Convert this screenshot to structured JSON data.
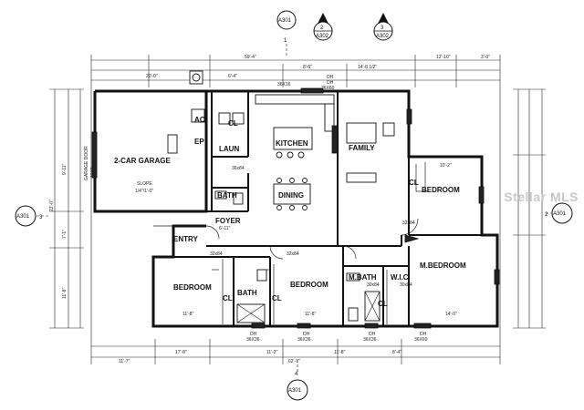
{
  "rooms": {
    "garage": "2-CAR GARAGE",
    "ac": "AC",
    "ep": "EP",
    "laun": "LAUN",
    "kitchen": "KITCHEN",
    "family": "FAMILY",
    "dining": "DINING",
    "bath1": "BATH",
    "foyer": "FOYER",
    "entry": "ENTRY",
    "bedroom_ne": "BEDROOM",
    "m_bedroom": "M.BEDROOM",
    "bedroom_sw": "BEDROOM",
    "bath2": "BATH",
    "bedroom_s": "BEDROOM",
    "m_bath": "M.BATH",
    "wic": "W.I.C"
  },
  "closets": {
    "c1": "CL",
    "c2": "CL",
    "c3": "CL",
    "c4": "CL",
    "c5": "CL"
  },
  "garage_notes": {
    "door": "GARAGE DOOR",
    "door_size": "16X8",
    "slope": "SLOPE",
    "slope_value": "1/4\"/1'-0\""
  },
  "tags": {
    "top_a301": "A301",
    "top_num": "1",
    "tag2_num": "2",
    "tag2_sheet": "A302",
    "tag3_num": "3",
    "tag3_sheet": "A302",
    "left_sheet": "A301",
    "left_num": "3",
    "right_sheet": "A301",
    "right_num": "2",
    "bottom_num": "4",
    "bottom_sheet": "A301"
  },
  "dims": {
    "overall_top": "59'-4\"",
    "top_right": "12'-10\"",
    "top_far_right": "3'-0\"",
    "garage_w": "20'-0\"",
    "t_a": "8'-5\"",
    "t_b": "14'-8 1/2\"",
    "t_c": "6'-4\"",
    "overall_bottom": "62'-7\"",
    "b_a": "17'-8\"",
    "b_b": "11'-2\"",
    "b_c": "11'-8\"",
    "b_d": "8'-4\"",
    "b_left": "11'-7\"",
    "left_a": "9'-11\"",
    "left_b": "22'-0\"",
    "left_c": "7'-1\"",
    "left_d": "11'-8\"",
    "bed_sw_a": "11'-8\"",
    "bed_s_a": "11'-8\"",
    "mbed_a": "14'-0\"",
    "fy": "6'-11\"",
    "bed_ne_top": "10'-2\""
  },
  "openings": {
    "dh_top_a": "DH",
    "dh_top_a_size": "36X16",
    "dh_top_b": "DH",
    "dh_top_b_size": "36X60",
    "dh_b1": "DH",
    "dh_b1_size": "36X36",
    "dh_b2": "DH",
    "dh_b2_size": "36X36",
    "dh_b3": "DH",
    "dh_b3_size": "36X36",
    "dh_b4": "DH",
    "dh_b4_size": "36X60",
    "d1": "32x84",
    "d2": "32x84",
    "d3": "32x84",
    "d4": "30x84",
    "d5": "30x84",
    "d6": "36x84"
  },
  "watermark": "Stellar MLS"
}
